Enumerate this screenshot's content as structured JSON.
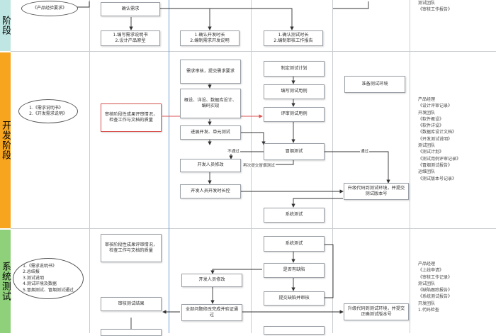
{
  "phases": [
    {
      "label": "阶段",
      "color": "#bfe6e2"
    },
    {
      "label": "开发阶段",
      "color": "#f7a51e"
    },
    {
      "label": "系统测试",
      "color": "#8fd07a"
    }
  ],
  "ovals": {
    "top": "《产品经验要求》",
    "dev": "1.《需求说明书》\n2.《开发需求说明》",
    "sys": "1.《需求说明书》\n2.总结报\n3.测试说明\n4.测试环境及数据\n5.冒烟测试、冒烟测试通过"
  },
  "boxes": {
    "confirm_req": "确认需求",
    "write_req": "1.编写需求说明书\n2.设计产品原型",
    "confirm_dev_time": "1.确认开发时长\n2.编制需求开发说明",
    "confirm_test_time": "1.确认测试时长\n2.编制审核工作报告",
    "review_dev_docs": "审核阶段性成果评审情况，检查工作与文档的质量",
    "req_review": "需求审核，提交需求要求",
    "code_impl": "概设、详设、数据库设计、编码实现",
    "unit_test": "进展开发、单元测试",
    "dev_fix1": "开发人员修改",
    "dev_time_ctrl": "开发人员开发时长控",
    "make_plan": "制定测试计划",
    "write_cases": "编写测试用例",
    "review_cases": "评审测试用例",
    "prep_env": "准备测试环境",
    "smoke": "冒烟测试",
    "upgrade1": "升级代码到测试环境，并提交测试版本号",
    "sys_test1": "系统测试",
    "review_sys_docs": "审核阶段性成果评审情况，检查工作与文档的质量",
    "sys_test2": "系统测试",
    "bug_track": "是否有缺陷",
    "submit_defect": "提交缺陷并审核",
    "dev_fix2": "开发人员修改",
    "full_fix": "全部问题修改完成并验证通过",
    "upgrade2": "升级代码到测试环境，并提交正确测试版本号",
    "audit_report": "审核测试结果"
  },
  "labels": {
    "fail": "不通过",
    "pass": "通过",
    "resubmit": "再次提交冒烟测试"
  },
  "notes": {
    "top": "测试团队\n《审核工作报告》",
    "dev": "产品经理\n《设计评审记录》\n开发团队\n《软件概设》\n《软件详设》\n《数据库设计文档》\n《开发测试说明》\n测试团队\n《测试计划》\n《测试用例评审记录》\n《冒烟测试报告》\n运维团队\n《测试版本号记录》",
    "sys": "产品经理\n《上线申请》\n《审核工作记录》\n测试团队\n《缺陷跟踪报告》\n《系统测试报告》\n开发团队\n1.代码检查"
  }
}
